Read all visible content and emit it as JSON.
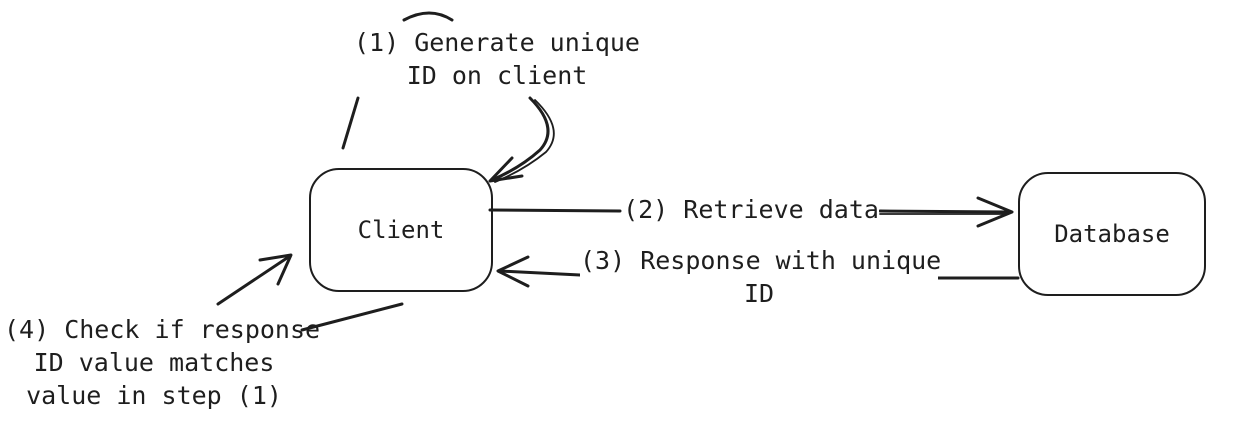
{
  "nodes": {
    "client": "Client",
    "database": "Database"
  },
  "edges": {
    "step1": [
      "(1) Generate unique",
      "ID on client"
    ],
    "step2": "(2) Retrieve data",
    "step3": [
      "(3) Response with unique",
      "ID"
    ],
    "step4": [
      "(4) Check if response",
      "ID value matches",
      "value in step (1)"
    ]
  }
}
